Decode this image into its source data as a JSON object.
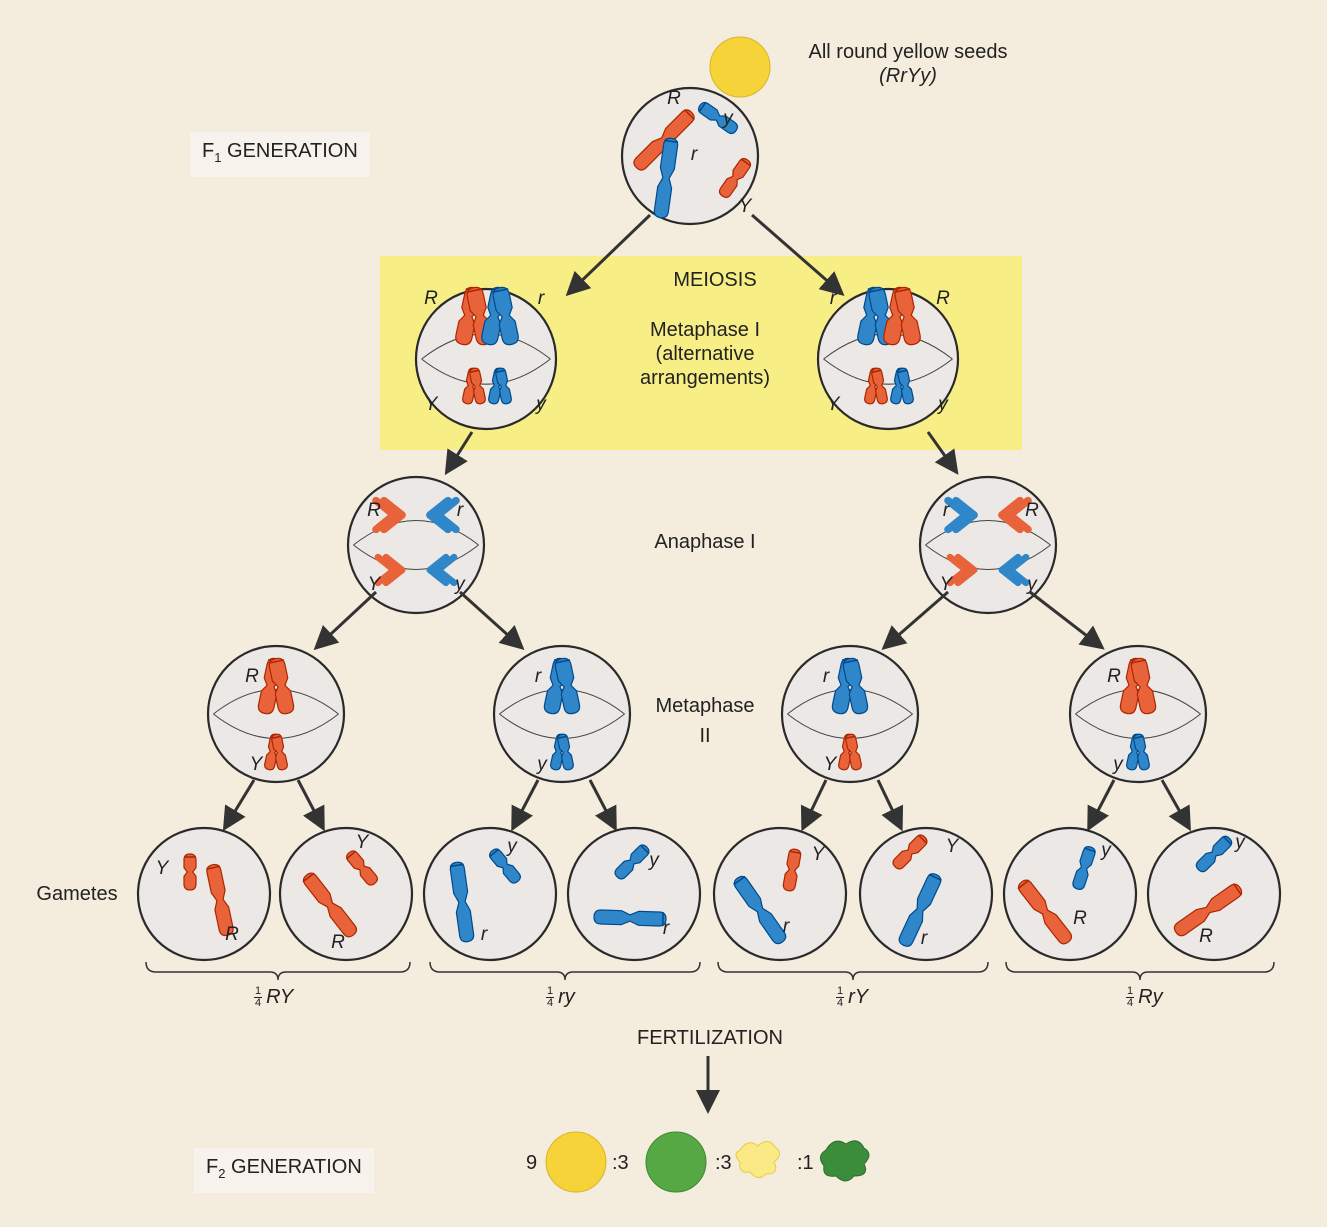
{
  "labels": {
    "top_caption_1": "All round yellow seeds",
    "top_caption_2": "(RrYy)",
    "f1_prefix": "F",
    "f1_sub": "1",
    "f1_suffix": "GENERATION",
    "meiosis": "MEIOSIS",
    "metaphase1_1": "Metaphase I",
    "metaphase1_2": "(alternative",
    "metaphase1_3": "arrangements)",
    "anaphase1": "Anaphase I",
    "metaphase2_1": "Metaphase",
    "metaphase2_2": "II",
    "gametes": "Gametes",
    "fertilization": "FERTILIZATION",
    "f2_prefix": "F",
    "f2_sub": "2",
    "f2_suffix": "GENERATION"
  },
  "fractions": [
    {
      "num": "1",
      "den": "4",
      "genotype": "RY"
    },
    {
      "num": "1",
      "den": "4",
      "genotype": "ry"
    },
    {
      "num": "1",
      "den": "4",
      "genotype": "rY"
    },
    {
      "num": "1",
      "den": "4",
      "genotype": "Ry"
    }
  ],
  "ratio": {
    "a": "9",
    "b": ":3",
    "c": ":3",
    "d": ":1"
  },
  "alleles": {
    "R": "R",
    "r": "r",
    "Y": "Y",
    "y": "y"
  },
  "colors": {
    "background": "#f4ecdc",
    "highlight": "#f7ef86",
    "cell_fill": "#ebe8e5",
    "orange_chromosome": "#e8623a",
    "blue_chromosome": "#2f86c8",
    "yellow_seed": "#f6d338",
    "green_seed": "#56a845",
    "arrow": "#333333"
  }
}
